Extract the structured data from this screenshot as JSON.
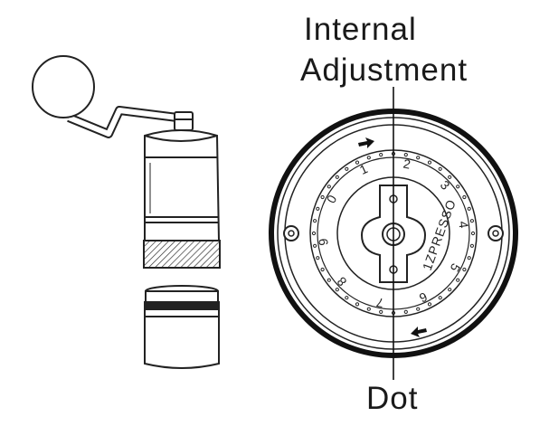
{
  "labels": {
    "internal": "Internal",
    "adjustment": "Adjustment",
    "dot": "Dot"
  },
  "dial": {
    "outer_numbers": [
      "1",
      "2",
      "3",
      "4",
      "5",
      "6",
      "7",
      "8",
      "9",
      "0"
    ],
    "brand": "1ZPRESSO"
  }
}
